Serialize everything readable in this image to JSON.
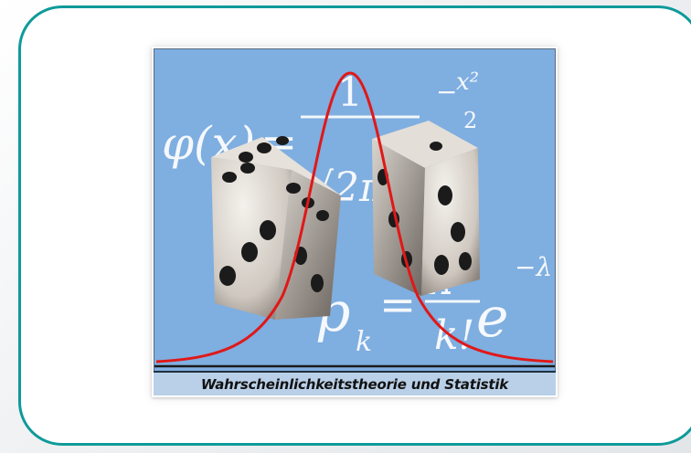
{
  "frame": {
    "accent": "#0e9a9a"
  },
  "image": {
    "caption": "Wahrscheinlichkeitstheorie und Statistik",
    "background": "#7faee0",
    "curve_color": "#e01818",
    "formulas": {
      "phi": "φ(x)",
      "equals": "=",
      "one": "1",
      "sqrt_two_pi": "√2π",
      "e": "e",
      "minus": "−",
      "x_squared": "x²",
      "two": "2",
      "p": "p",
      "k": "k",
      "lambda": "λ",
      "k_factorial": "k!",
      "minus_lambda": "−λ"
    },
    "icons": [
      "dice-icon",
      "normal-curve-icon"
    ]
  }
}
